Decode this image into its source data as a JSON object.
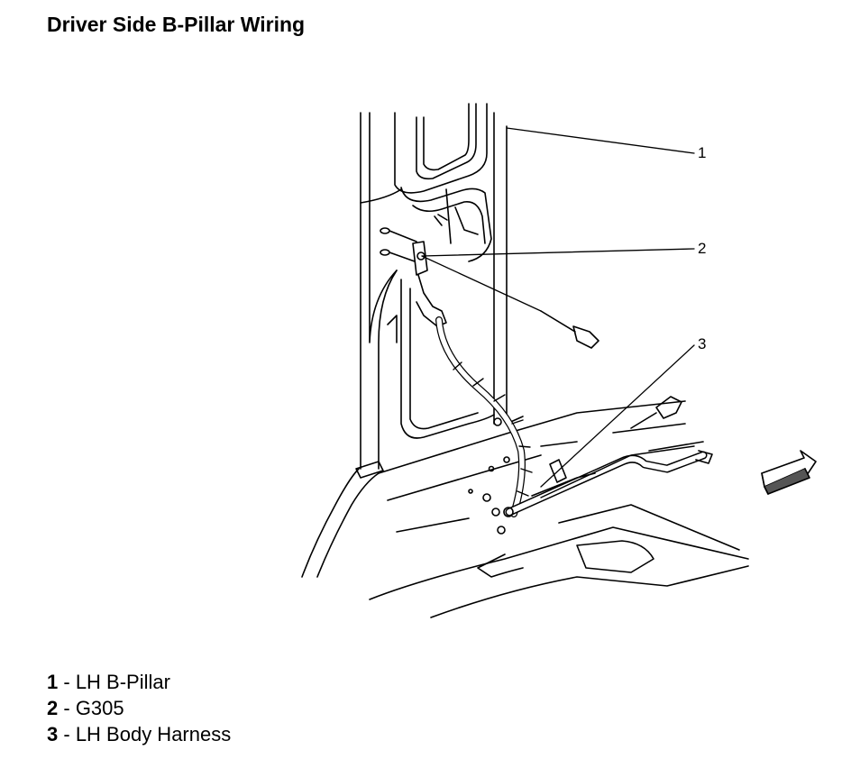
{
  "title": "Driver Side B-Pillar Wiring",
  "callouts": [
    "1",
    "2",
    "3"
  ],
  "legend": [
    {
      "num": "1",
      "sep": " - ",
      "label": "LH B-Pillar"
    },
    {
      "num": "2",
      "sep": " - ",
      "label": "G305"
    },
    {
      "num": "3",
      "sep": " - ",
      "label": "LH Body Harness"
    }
  ]
}
